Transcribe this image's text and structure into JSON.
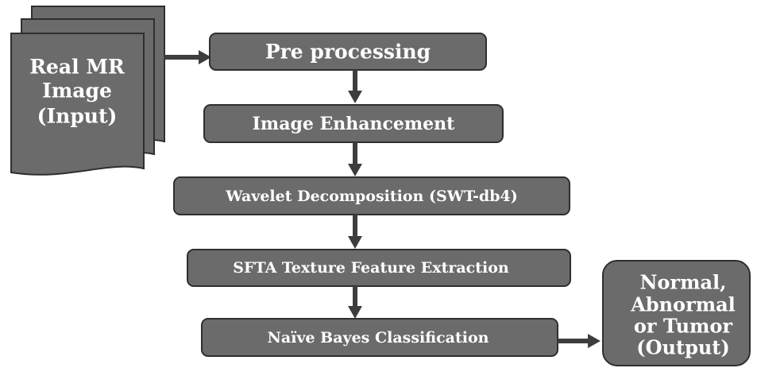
{
  "colors": {
    "box_fill": "#6b6b6b",
    "box_stroke": "#2f2f2f",
    "arrow": "#3d3d3d",
    "text": "#ffffff"
  },
  "input_document": {
    "lines": [
      "Real MR",
      "Image",
      "(Input)"
    ]
  },
  "steps": [
    {
      "label": "Pre processing"
    },
    {
      "label": "Image Enhancement"
    },
    {
      "label": "Wavelet Decomposition (SWT-db4)"
    },
    {
      "label": "SFTA Texture Feature Extraction"
    },
    {
      "label": "Naïve Bayes Classification"
    }
  ],
  "output_box": {
    "lines": [
      "Normal,",
      "Abnormal",
      "or Tumor",
      "(Output)"
    ]
  }
}
